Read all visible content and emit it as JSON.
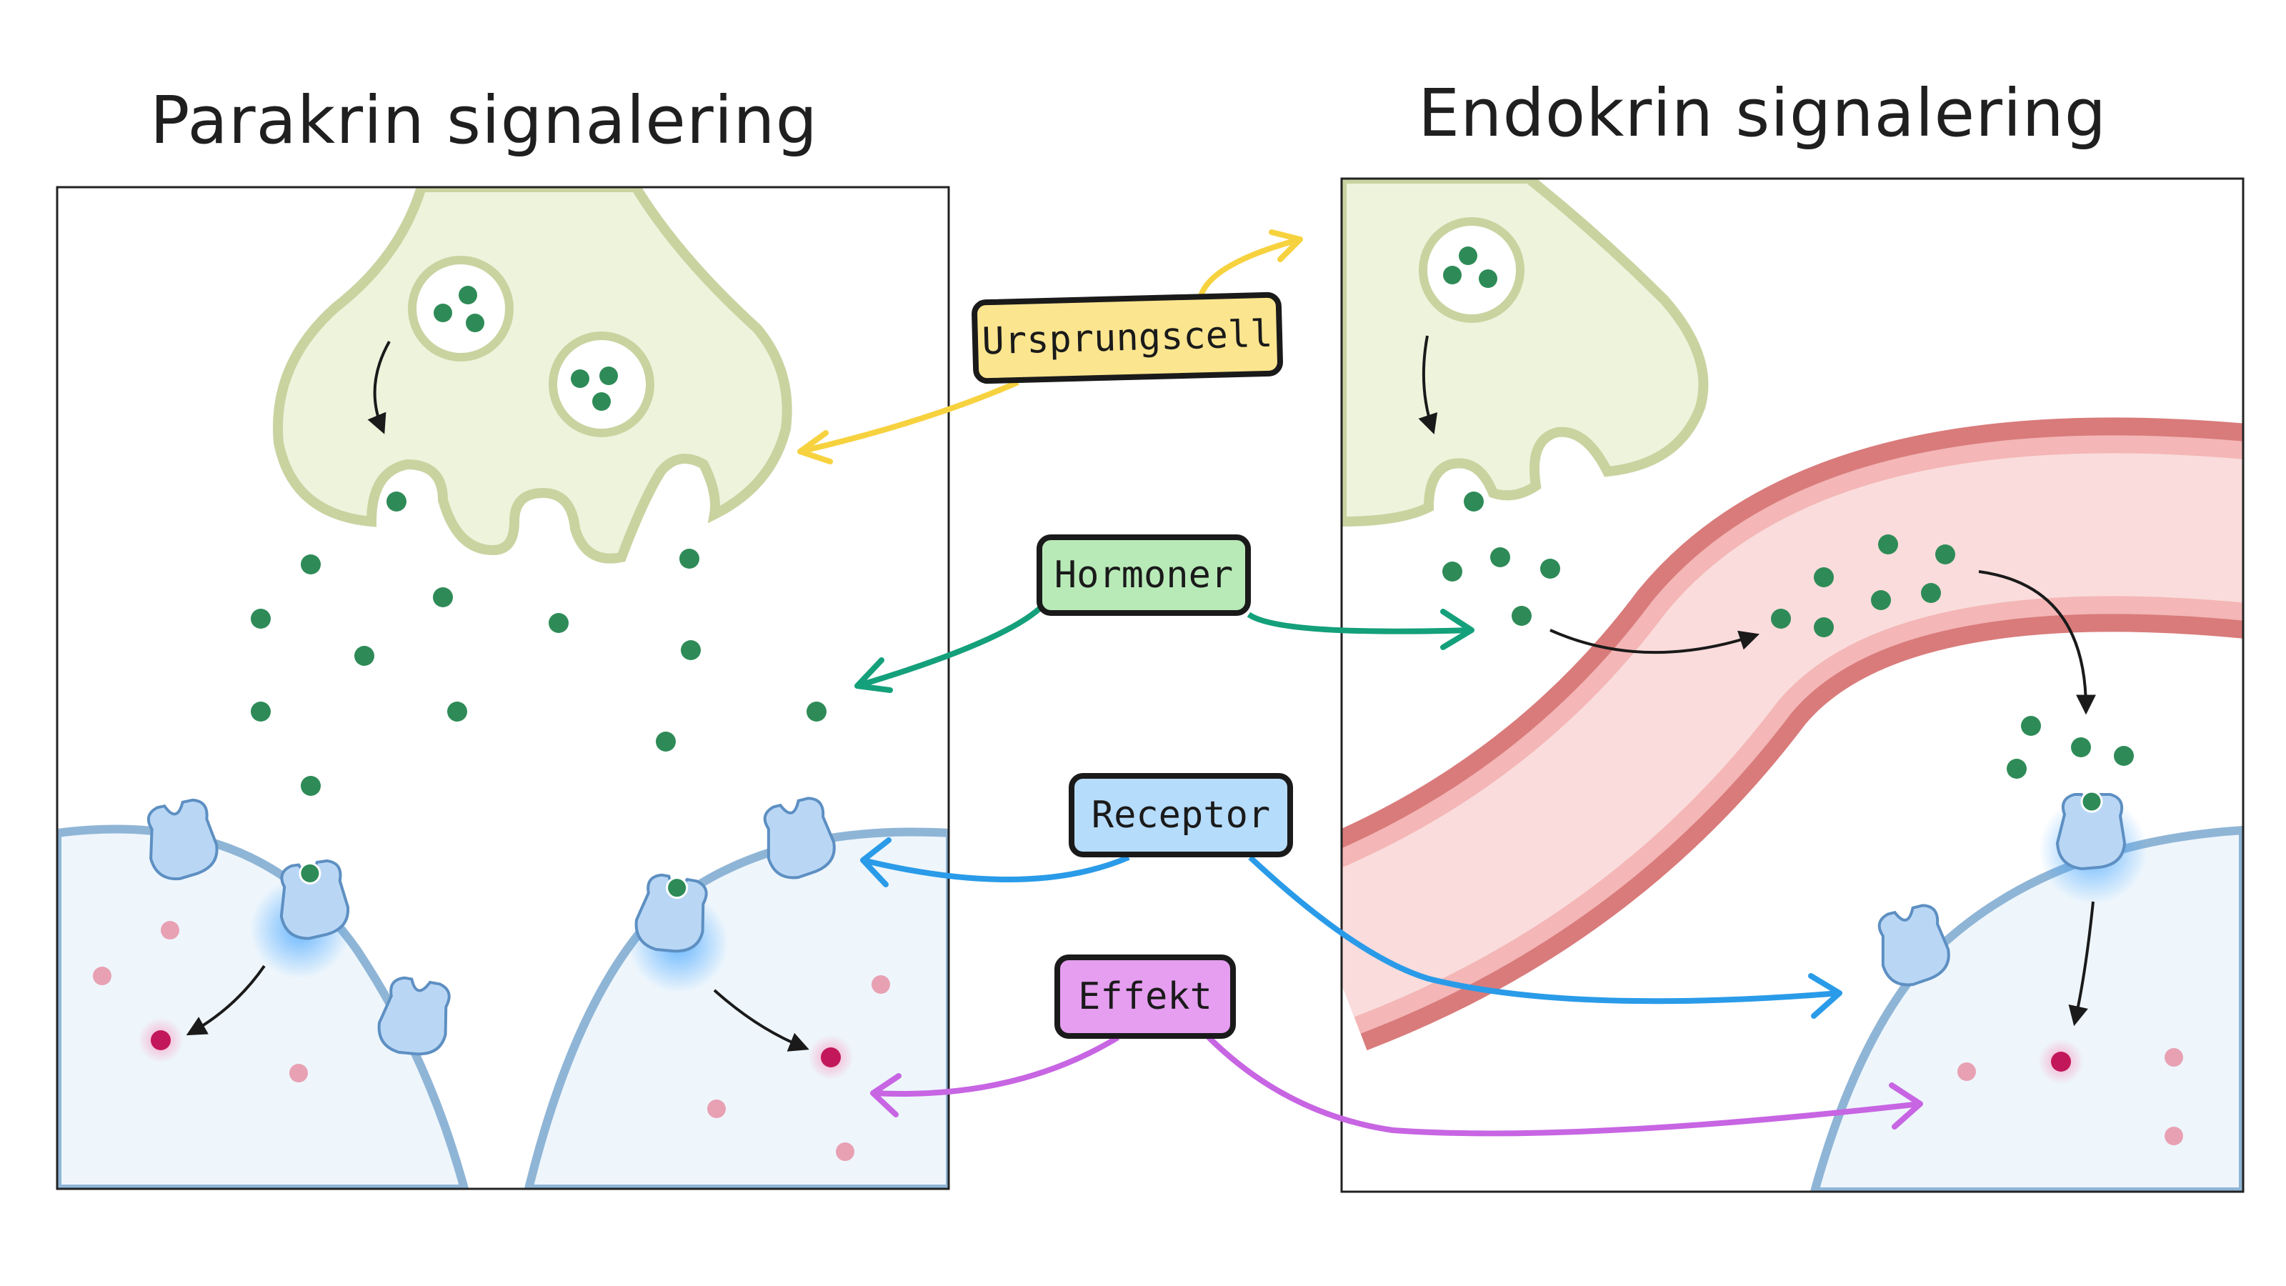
{
  "panels": {
    "left_title": "Parakrin signalering",
    "right_title": "Endokrin signalering"
  },
  "labels": {
    "origin_cell": "Ursprungscell",
    "hormones": "Hormoner",
    "receptor": "Receptor",
    "effect": "Effekt"
  },
  "colors": {
    "origin_cell_label": "#fbe58f",
    "hormones_label": "#b8eab8",
    "receptor_label": "#b6dcfb",
    "effect_label": "#e59ef0",
    "origin_arrow": "#f7d23f",
    "hormones_arrow": "#14a07a",
    "receptor_arrow": "#2a9be8",
    "effect_arrow": "#c765e3",
    "cell_body": "#eef3dc",
    "cell_outline": "#c9d3a0",
    "hormone_dot": "#2e8b57",
    "target_cell_fill": "#eef6fc",
    "target_cell_membrane": "#8fb5d6",
    "receptor_fill": "#b9d7f5",
    "vessel_outer": "#d97b7b",
    "vessel_inner": "#fadcdc"
  }
}
